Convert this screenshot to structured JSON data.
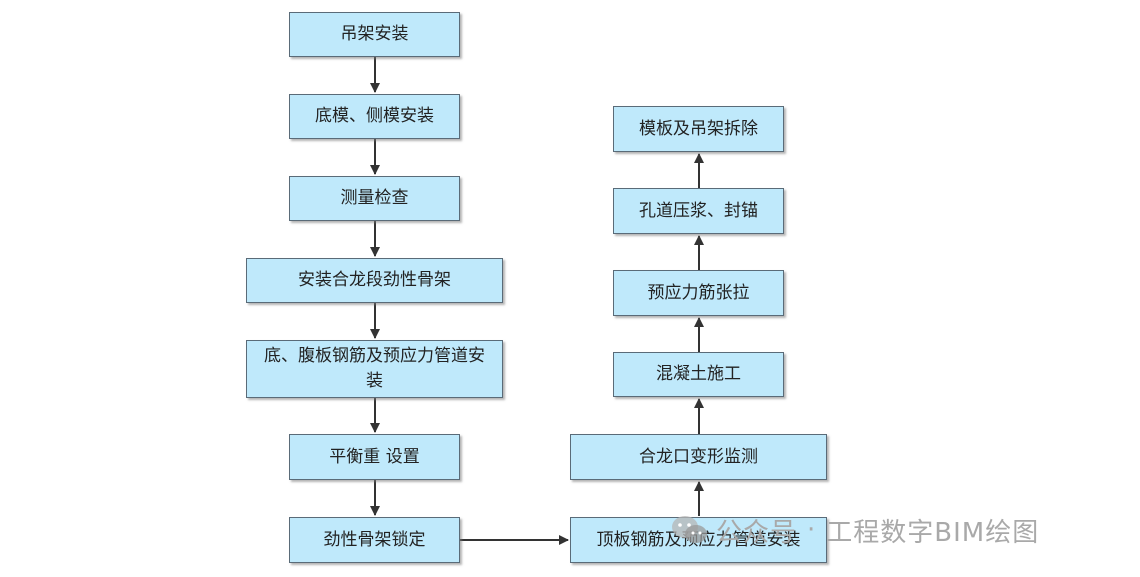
{
  "steps_left": [
    "吊架安装",
    "底模、侧模安装",
    "测量检查",
    "安装合龙段劲性骨架",
    "底、腹板钢筋及预应力管道安装",
    "平衡重 设置",
    "劲性骨架锁定"
  ],
  "steps_right": [
    "模板及吊架拆除",
    "孔道压浆、封锚",
    "预应力筋张拉",
    "混凝土施工",
    "合龙口变形监测",
    "顶板钢筋及预应力管道安装"
  ],
  "watermark": {
    "source": "公众号",
    "separator": "·",
    "name": "工程数字BIM绘图",
    "icon": "wechat-icon"
  },
  "colors": {
    "box_fill": "#bfe9fb",
    "box_border": "#5a6b78",
    "arrow": "#333333",
    "watermark": "#a9a9a9"
  }
}
